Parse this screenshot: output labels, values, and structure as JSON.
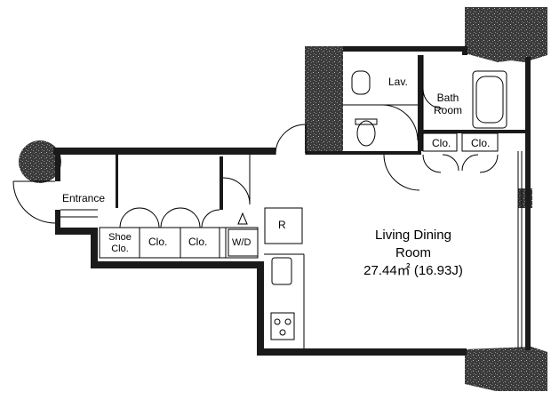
{
  "rooms": {
    "lavatory": "Lav.",
    "bath_line1": "Bath",
    "bath_line2": "Room",
    "closet_1": "Clo.",
    "closet_2": "Clo.",
    "entrance": "Entrance",
    "shoe_line1": "Shoe",
    "shoe_line2": "Clo.",
    "closet_3": "Clo.",
    "closet_4": "Clo.",
    "washer": "W/D",
    "refrigerator": "R",
    "living_line1": "Living Dining",
    "living_line2": "Room",
    "living_area": "27.44㎡ (16.93J)"
  },
  "colors": {
    "wall": "#1a1a1a",
    "column_texture": "#555555",
    "fixture_line": "#000000"
  }
}
